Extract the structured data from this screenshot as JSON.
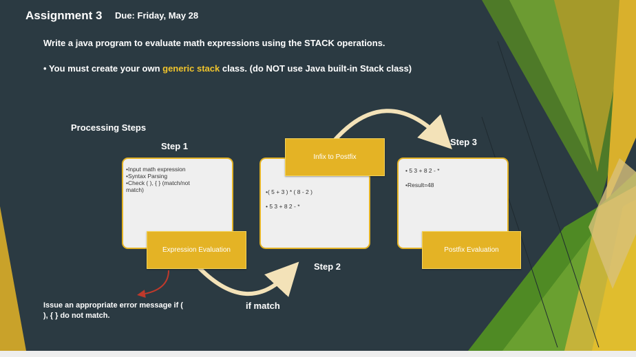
{
  "slide": {
    "title": "Assignment 3",
    "due": "Due: Friday, May 28",
    "intro": "Write a java program to evaluate math expressions using the STACK operations.",
    "bullet": {
      "marker": "•",
      "before": "You must create your own ",
      "highlight": "generic stack",
      "after": " class. (do NOT use Java built-in Stack class)"
    },
    "processing_title": "Processing Steps"
  },
  "steps": {
    "step1": {
      "label": "Step 1",
      "lines": [
        "•Input math expression",
        "•Syntax Parsing",
        "•Check ( ), { } (match/not",
        " match)"
      ],
      "tag": "Expression Evaluation"
    },
    "step2": {
      "label": "Step 2",
      "lines": [
        "•( 5 + 3 ) * ( 8 - 2 )",
        "• 5 3 + 8 2 - *"
      ],
      "tag": "Infix to Postfix"
    },
    "step3": {
      "label": "Step 3",
      "lines": [
        "• 5 3 + 8 2 - *",
        "•Result=48"
      ],
      "tag": "Postfix Evaluation"
    }
  },
  "notes": {
    "error_line1": "Issue an appropriate error message if (",
    "error_line2": "), { } do not match.",
    "if_match": "if match"
  },
  "colors": {
    "background": "#2b3a42",
    "accent_yellow": "#e4b325",
    "accent_green": "#5e9a2a",
    "card": "#efefef",
    "error_arrow": "#c0392b"
  }
}
